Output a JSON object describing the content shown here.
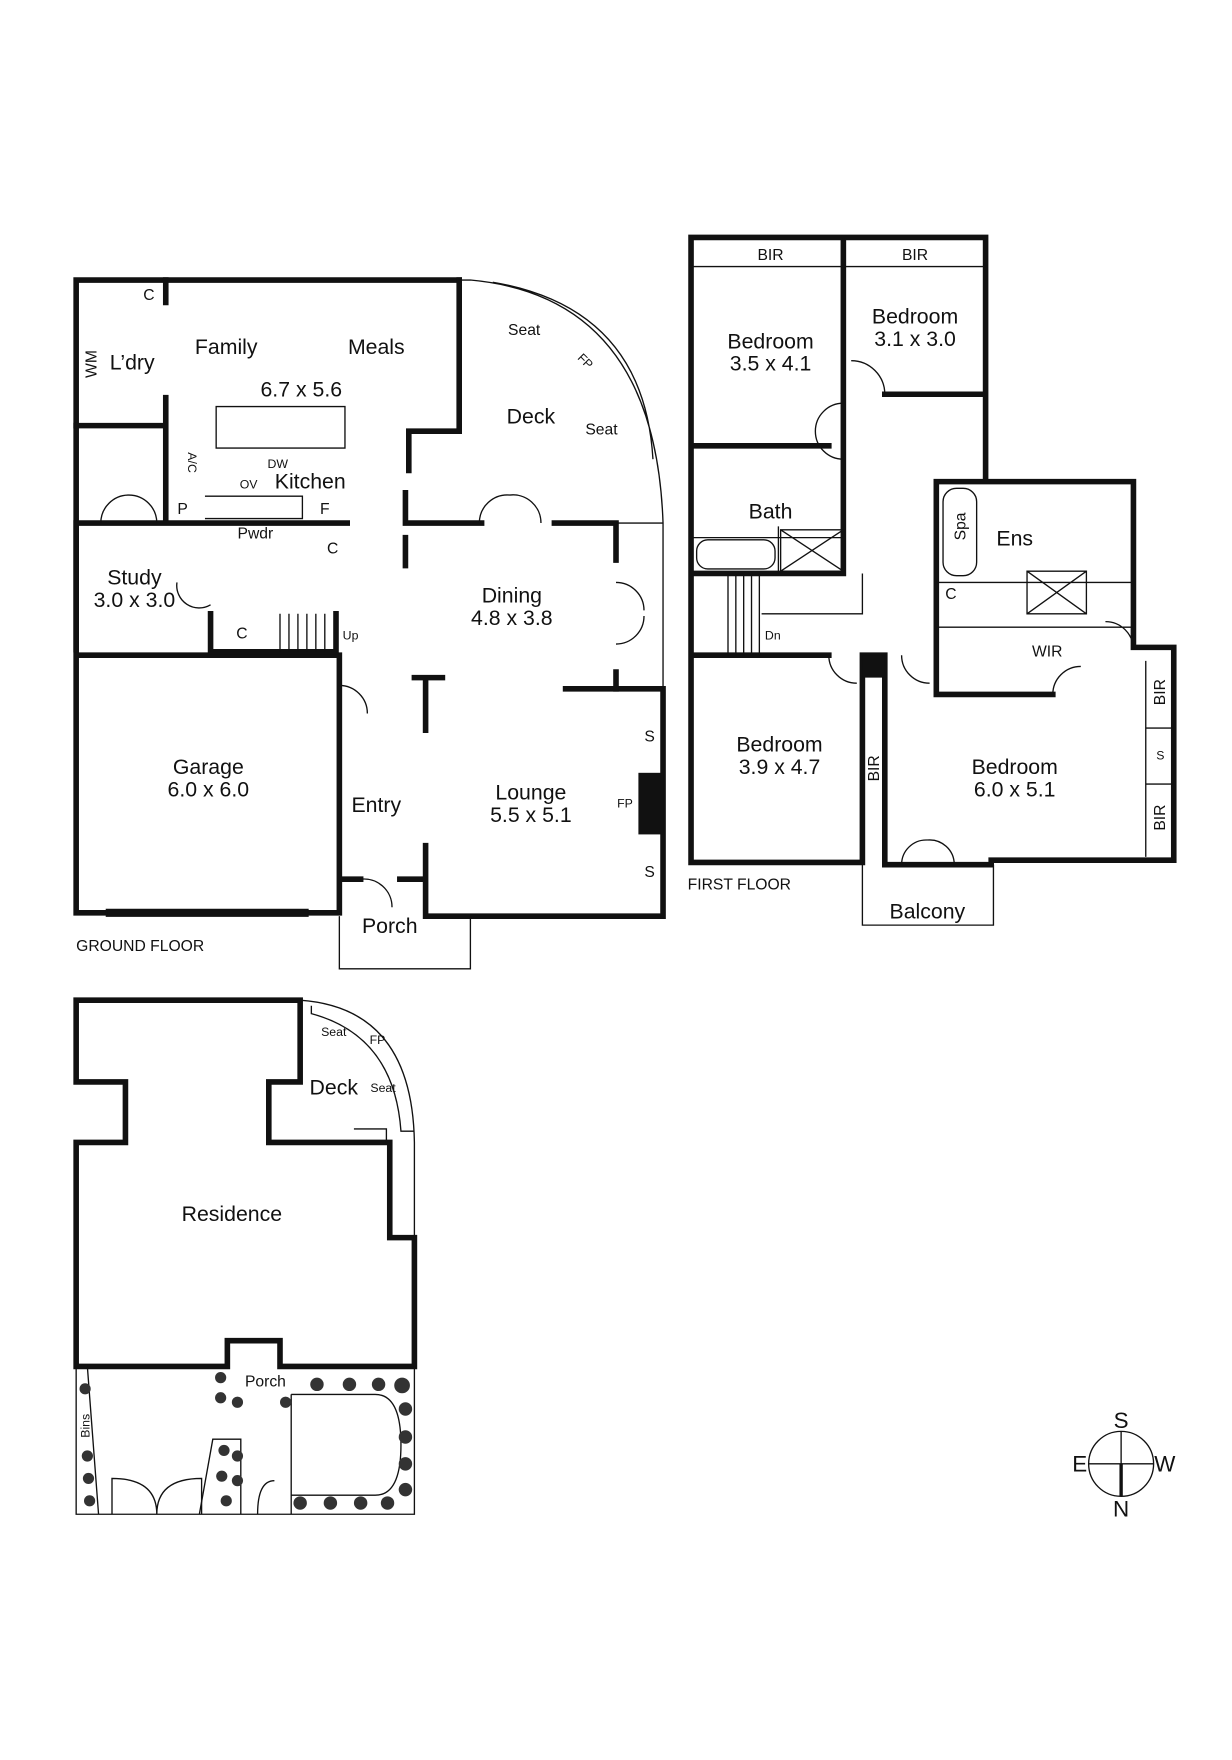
{
  "ground_floor": {
    "label": "GROUND FLOOR",
    "family": "Family",
    "meals": "Meals",
    "family_meals_dims": "6.7 x 5.6",
    "laundry": "L’dry",
    "wm": "WM",
    "cupboard_laundry": "C",
    "kitchen": "Kitchen",
    "dw": "DW",
    "ov": "OV",
    "ac": "A/C",
    "pantry": "P",
    "fridge": "F",
    "powder": "Pwdr",
    "cupboard_pwdr": "C",
    "study": "Study",
    "study_dims": "3.0 x 3.0",
    "cupboard_stair": "C",
    "up": "Up",
    "deck": "Deck",
    "seat_1": "Seat",
    "seat_2": "Seat",
    "deck_fp": "FP",
    "dining": "Dining",
    "dining_dims": "4.8 x 3.8",
    "garage": "Garage",
    "garage_dims": "6.0 x 6.0",
    "entry": "Entry",
    "lounge": "Lounge",
    "lounge_dims": "5.5 x 5.1",
    "lounge_fp": "FP",
    "store_1": "S",
    "store_2": "S",
    "porch": "Porch"
  },
  "first_floor": {
    "label": "FIRST FLOOR",
    "bir_1": "BIR",
    "bir_2": "BIR",
    "bed1": "Bedroom",
    "bed1_dims": "3.5 x 4.1",
    "bed2": "Bedroom",
    "bed2_dims": "3.1 x 3.0",
    "bath": "Bath",
    "dn": "Dn",
    "spa": "Spa",
    "ens": "Ens",
    "cupboard": "C",
    "wir": "WIR",
    "bed3": "Bedroom",
    "bed3_dims": "3.9 x 4.7",
    "bir_3": "BIR",
    "bed4": "Bedroom",
    "bed4_dims": "6.0 x 5.1",
    "bir_4": "BIR",
    "store": "S",
    "bir_5": "BIR",
    "balcony": "Balcony"
  },
  "residence": {
    "residence": "Residence",
    "deck": "Deck",
    "seat_1": "Seat",
    "fp": "FP",
    "seat_2": "Seat",
    "porch": "Porch",
    "bins": "Bins"
  },
  "compass": {
    "south": "S",
    "east": "E",
    "west": "W",
    "north": "N"
  }
}
